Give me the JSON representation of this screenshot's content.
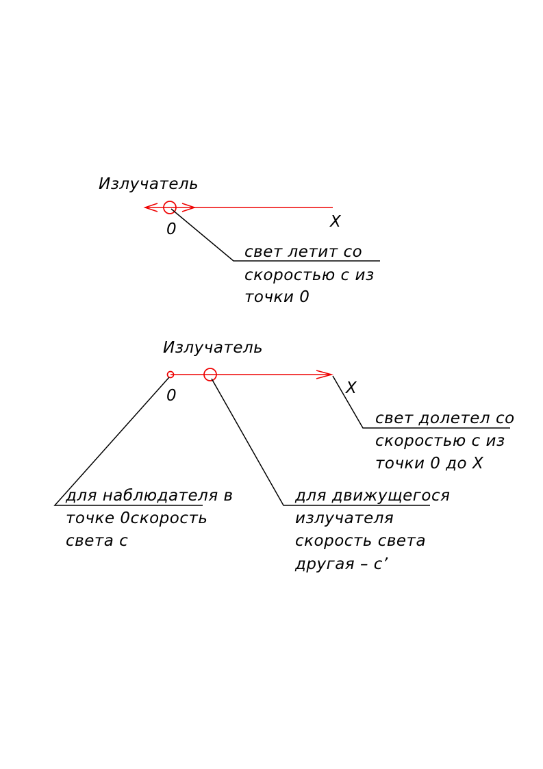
{
  "colors": {
    "ray": "#ee0000",
    "leader": "#000000",
    "background": "#ffffff"
  },
  "scene1": {
    "emitter_label": "Излучатель",
    "origin_label": "0",
    "target_label": "X",
    "note_lines": [
      "свет летит со",
      "скоростью с из",
      "точки 0"
    ]
  },
  "scene2": {
    "emitter_label": "Излучатель",
    "origin_label": "0",
    "target_label": "X",
    "target_note_lines": [
      "свет долетел со",
      "скоростью с из",
      "точки 0 до X"
    ],
    "observer_note_lines": [
      "для наблюдателя в",
      "точке 0скорость",
      "света с"
    ],
    "moving_note_lines": [
      "для движущегося",
      "излучателя",
      "скорость света",
      "другая – с’"
    ]
  }
}
